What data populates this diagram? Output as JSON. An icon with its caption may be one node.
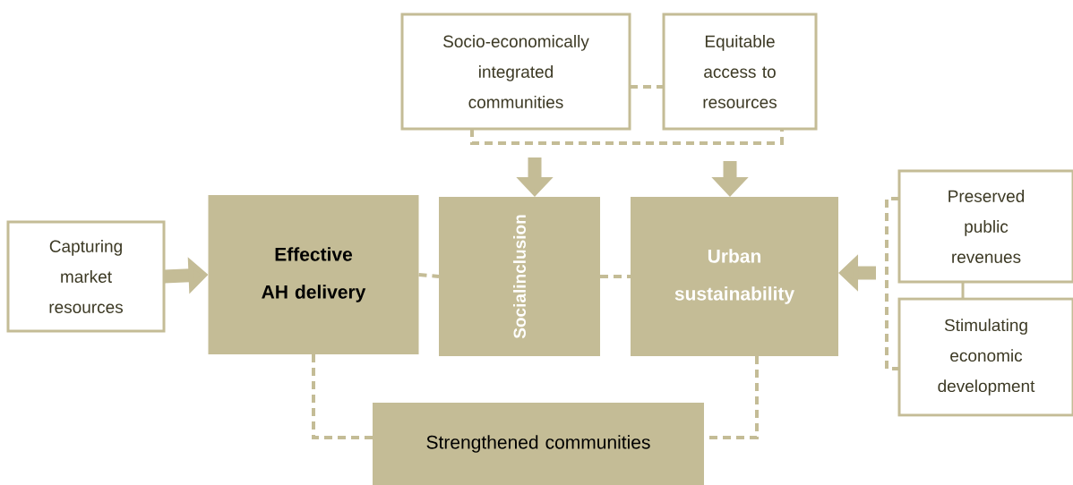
{
  "diagram": {
    "nodes": [
      {
        "text": [
          "Socio-economically integrated communities"
        ]
      },
      {
        "text": [
          "Equitable access to resources"
        ]
      },
      {
        "text": [
          "Capturing market resources"
        ]
      },
      {
        "text": [
          "Effective AH delivery"
        ]
      },
      {
        "text": [
          "Socialinclusion"
        ]
      },
      {
        "text": [
          "Urban sustainability"
        ]
      },
      {
        "text": [
          "Preserved public revenues"
        ]
      },
      {
        "text": [
          "Stimulating economic development"
        ]
      },
      {
        "text": [
          "Strengthened communities"
        ]
      }
    ],
    "edges": [
      {
        "from": 0,
        "to": 1,
        "arrow": "none",
        "style": "dashed"
      },
      {
        "from": 0,
        "to": 1,
        "arrow": "none",
        "style": "dashed"
      },
      {
        "from": null,
        "to": 4,
        "arrow": "to",
        "style": "thick"
      },
      {
        "from": null,
        "to": 5,
        "arrow": "to",
        "style": "thick"
      },
      {
        "from": 2,
        "to": 3,
        "arrow": "to",
        "style": "thick"
      },
      {
        "from": 3,
        "to": 4,
        "arrow": "none",
        "style": "dashed"
      },
      {
        "from": 4,
        "to": 5,
        "arrow": "none",
        "style": "dashed"
      },
      {
        "from": 3,
        "to": 8,
        "arrow": "none",
        "style": "dashed"
      },
      {
        "from": 5,
        "to": 8,
        "arrow": "none",
        "style": "dashed"
      },
      {
        "from": 6,
        "to": 7,
        "arrow": "none"
      },
      {
        "from": 6,
        "to": 7,
        "arrow": "none",
        "style": "dashed"
      },
      {
        "from": null,
        "to": 5,
        "arrow": "to",
        "style": "thick"
      }
    ]
  }
}
